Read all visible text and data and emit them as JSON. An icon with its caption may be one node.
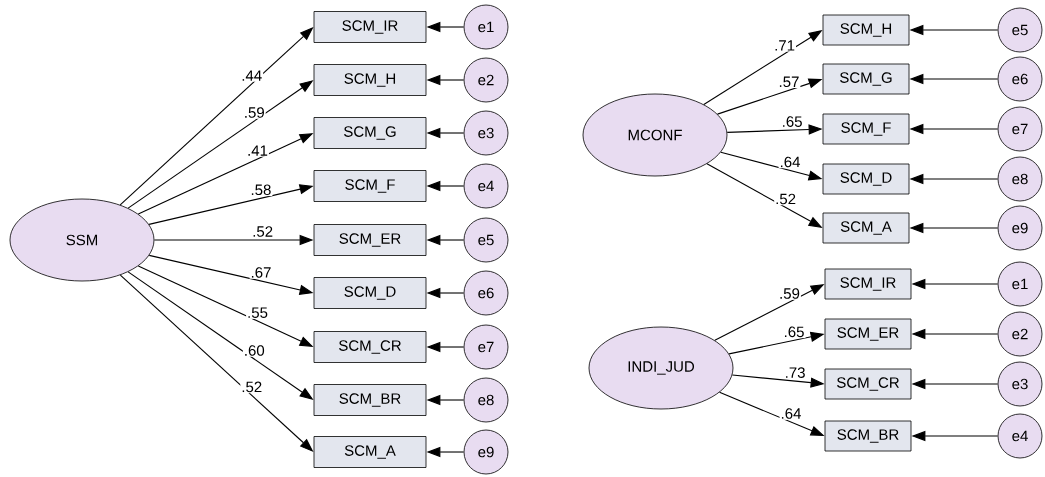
{
  "diagram": {
    "nodes": [
      {
        "text": [
          "SSM"
        ]
      },
      {
        "text": [
          "SCM_IR"
        ]
      },
      {
        "text": [
          "SCM_H"
        ]
      },
      {
        "text": [
          "SCM_G"
        ]
      },
      {
        "text": [
          "SCM_F"
        ]
      },
      {
        "text": [
          "SCM_ER"
        ]
      },
      {
        "text": [
          "SCM_D"
        ]
      },
      {
        "text": [
          "SCM_CR"
        ]
      },
      {
        "text": [
          "SCM_BR"
        ]
      },
      {
        "text": [
          "SCM_A"
        ]
      },
      {
        "text": [
          "e1"
        ]
      },
      {
        "text": [
          "e2"
        ]
      },
      {
        "text": [
          "e3"
        ]
      },
      {
        "text": [
          "e4"
        ]
      },
      {
        "text": [
          "e5"
        ]
      },
      {
        "text": [
          "e6"
        ]
      },
      {
        "text": [
          "e7"
        ]
      },
      {
        "text": [
          "e8"
        ]
      },
      {
        "text": [
          "e9"
        ]
      },
      {
        "text": [
          "MCONF"
        ]
      },
      {
        "text": [
          "SCM_H"
        ]
      },
      {
        "text": [
          "SCM_G"
        ]
      },
      {
        "text": [
          "SCM_F"
        ]
      },
      {
        "text": [
          "SCM_D"
        ]
      },
      {
        "text": [
          "SCM_A"
        ]
      },
      {
        "text": [
          "e5"
        ]
      },
      {
        "text": [
          "e6"
        ]
      },
      {
        "text": [
          "e7"
        ]
      },
      {
        "text": [
          "e8"
        ]
      },
      {
        "text": [
          "e9"
        ]
      },
      {
        "text": [
          "INDI_JUD"
        ]
      },
      {
        "text": [
          "SCM_IR"
        ]
      },
      {
        "text": [
          "SCM_ER"
        ]
      },
      {
        "text": [
          "SCM_CR"
        ]
      },
      {
        "text": [
          "SCM_BR"
        ]
      },
      {
        "text": [
          "e1"
        ]
      },
      {
        "text": [
          "e2"
        ]
      },
      {
        "text": [
          "e3"
        ]
      },
      {
        "text": [
          "e4"
        ]
      }
    ],
    "edges": [
      {
        "from": 0,
        "to": 1,
        "arrow": "to",
        "label": ".44"
      },
      {
        "from": 0,
        "to": 2,
        "arrow": "to",
        "label": ".59"
      },
      {
        "from": 0,
        "to": 3,
        "arrow": "to",
        "label": ".41"
      },
      {
        "from": 0,
        "to": 4,
        "arrow": "to",
        "label": ".58"
      },
      {
        "from": 0,
        "to": 5,
        "arrow": "to",
        "label": ".52"
      },
      {
        "from": 0,
        "to": 6,
        "arrow": "to",
        "label": ".67"
      },
      {
        "from": 0,
        "to": 7,
        "arrow": "to",
        "label": ".55"
      },
      {
        "from": 0,
        "to": 8,
        "arrow": "to",
        "label": ".60"
      },
      {
        "from": 0,
        "to": 9,
        "arrow": "to",
        "label": ".52"
      },
      {
        "from": 10,
        "to": 1,
        "arrow": "to"
      },
      {
        "from": 11,
        "to": 2,
        "arrow": "to"
      },
      {
        "from": 12,
        "to": 3,
        "arrow": "to"
      },
      {
        "from": 13,
        "to": 4,
        "arrow": "to"
      },
      {
        "from": 14,
        "to": 5,
        "arrow": "to"
      },
      {
        "from": 15,
        "to": 6,
        "arrow": "to"
      },
      {
        "from": 16,
        "to": 7,
        "arrow": "to"
      },
      {
        "from": 17,
        "to": 8,
        "arrow": "to"
      },
      {
        "from": 18,
        "to": 9,
        "arrow": "to"
      },
      {
        "from": 19,
        "to": 20,
        "arrow": "to",
        "label": ".71"
      },
      {
        "from": 19,
        "to": 21,
        "arrow": "to",
        "label": ".57"
      },
      {
        "from": 19,
        "to": 22,
        "arrow": "to",
        "label": ".65"
      },
      {
        "from": 19,
        "to": 23,
        "arrow": "to",
        "label": ".64"
      },
      {
        "from": 19,
        "to": 24,
        "arrow": "to",
        "label": ".52"
      },
      {
        "from": 25,
        "to": 20,
        "arrow": "to"
      },
      {
        "from": 26,
        "to": 21,
        "arrow": "to"
      },
      {
        "from": 27,
        "to": 22,
        "arrow": "to"
      },
      {
        "from": 28,
        "to": 23,
        "arrow": "to"
      },
      {
        "from": 29,
        "to": 24,
        "arrow": "to"
      },
      {
        "from": 30,
        "to": 31,
        "arrow": "to",
        "label": ".59"
      },
      {
        "from": 30,
        "to": 32,
        "arrow": "to",
        "label": ".65"
      },
      {
        "from": 30,
        "to": 33,
        "arrow": "to",
        "label": ".73"
      },
      {
        "from": 30,
        "to": 34,
        "arrow": "to",
        "label": ".64"
      },
      {
        "from": 35,
        "to": 31,
        "arrow": "to"
      },
      {
        "from": 36,
        "to": 32,
        "arrow": "to"
      },
      {
        "from": 37,
        "to": 33,
        "arrow": "to"
      },
      {
        "from": 38,
        "to": 34,
        "arrow": "to"
      }
    ]
  }
}
